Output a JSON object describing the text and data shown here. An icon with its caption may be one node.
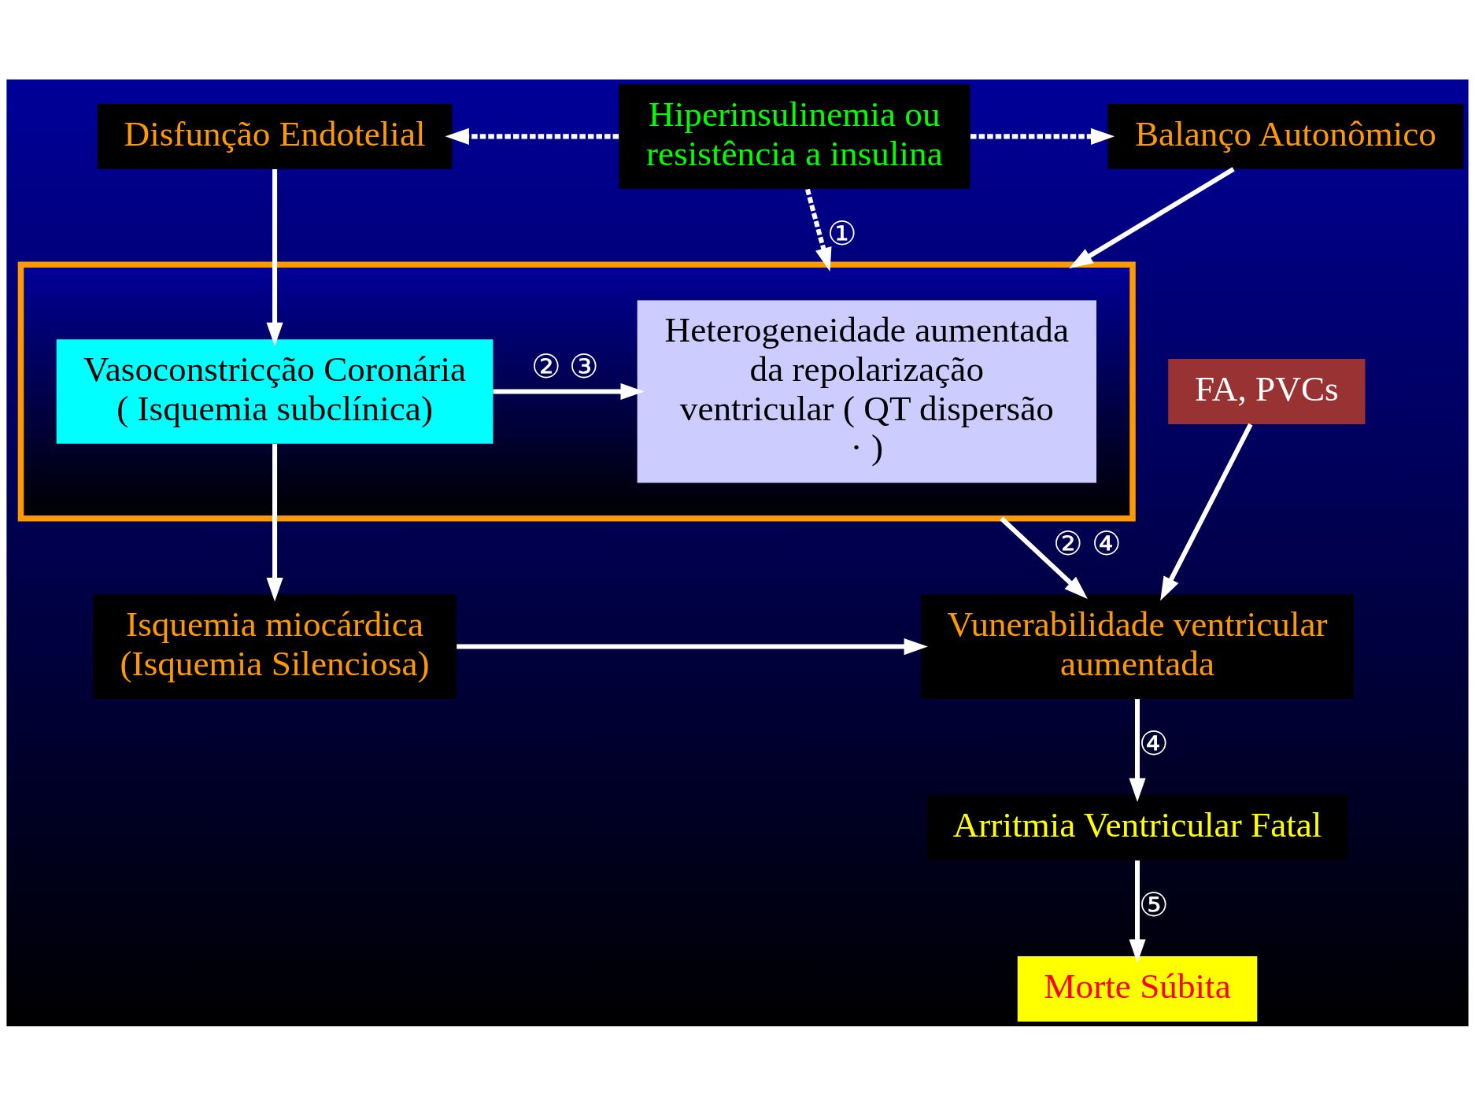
{
  "diagram": {
    "nodes": [
      {
        "text": [
          "Balanço Autonômico"
        ]
      },
      {
        "text": [
          "Disfunção Endotelial"
        ]
      },
      {
        "text": [
          "Hiperinsulinemia ou resistência a insulina"
        ]
      },
      {
        "text": [],
        "shape": "box"
      },
      {
        "text": [
          "Heterogeneidade aumentada da repolarização ventricular ( QT dispersão · )"
        ],
        "in": 3
      },
      {
        "text": [
          "Vasoconstricção Coronária ( Isquemia subclínica)"
        ],
        "in": 3
      },
      {
        "text": [
          "FA, PVCs"
        ]
      },
      {
        "text": [
          "Vunerabilidade ventricular aumentada"
        ]
      },
      {
        "text": [
          "Isquemia miocárdica (Isquemia Silenciosa)"
        ]
      },
      {
        "text": [
          "Arritmia Ventricular Fatal"
        ]
      },
      {
        "text": [
          "Morte Súbita"
        ]
      }
    ],
    "edges": [
      {
        "from": 2,
        "to": 0,
        "arrow": "to",
        "style": "dashed"
      },
      {
        "from": 2,
        "to": 1,
        "arrow": "to",
        "style": "dashed"
      },
      {
        "from": 0,
        "to": 3,
        "arrow": "to"
      },
      {
        "from": 2,
        "to": 3,
        "arrow": "to",
        "style": "dashed",
        "label": "①"
      },
      {
        "from": 1,
        "to": 5,
        "arrow": "to"
      },
      {
        "from": 5,
        "to": 4,
        "arrow": "to",
        "label": "② ③"
      },
      {
        "from": 3,
        "to": 7,
        "arrow": "to",
        "label": "② ④"
      },
      {
        "from": 6,
        "to": 7,
        "arrow": "to"
      },
      {
        "from": 5,
        "to": 8,
        "arrow": "to"
      },
      {
        "from": 8,
        "to": 7,
        "arrow": "to"
      },
      {
        "from": 7,
        "to": 9,
        "arrow": "to",
        "label": "④"
      },
      {
        "from": 9,
        "to": 10,
        "arrow": "to",
        "label": "⑤"
      }
    ]
  }
}
